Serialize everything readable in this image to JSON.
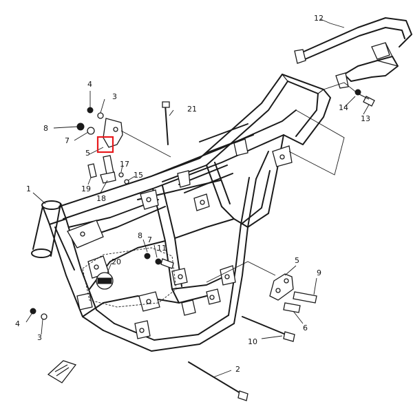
{
  "callouts": [
    {
      "id": "c1",
      "text": "1"
    },
    {
      "id": "c2",
      "text": "2"
    },
    {
      "id": "c3a",
      "text": "3"
    },
    {
      "id": "c3b",
      "text": "3"
    },
    {
      "id": "c4a",
      "text": "4"
    },
    {
      "id": "c4b",
      "text": "4"
    },
    {
      "id": "c5a",
      "text": "5"
    },
    {
      "id": "c5b",
      "text": "5"
    },
    {
      "id": "c6",
      "text": "6"
    },
    {
      "id": "c7a",
      "text": "7"
    },
    {
      "id": "c7b",
      "text": "7"
    },
    {
      "id": "c8a",
      "text": "8"
    },
    {
      "id": "c8b",
      "text": "8"
    },
    {
      "id": "c9",
      "text": "9"
    },
    {
      "id": "c10",
      "text": "10"
    },
    {
      "id": "c11",
      "text": "11"
    },
    {
      "id": "c12",
      "text": "12"
    },
    {
      "id": "c13",
      "text": "13"
    },
    {
      "id": "c14",
      "text": "14"
    },
    {
      "id": "c15",
      "text": "15"
    },
    {
      "id": "c17",
      "text": "17"
    },
    {
      "id": "c18",
      "text": "18"
    },
    {
      "id": "c19",
      "text": "19"
    },
    {
      "id": "c20",
      "text": "20"
    },
    {
      "id": "c21",
      "text": "21"
    }
  ],
  "highlight": {
    "color": "#e8181b"
  },
  "colors": {
    "ink": "#1a1a1a",
    "background": "#ffffff"
  }
}
